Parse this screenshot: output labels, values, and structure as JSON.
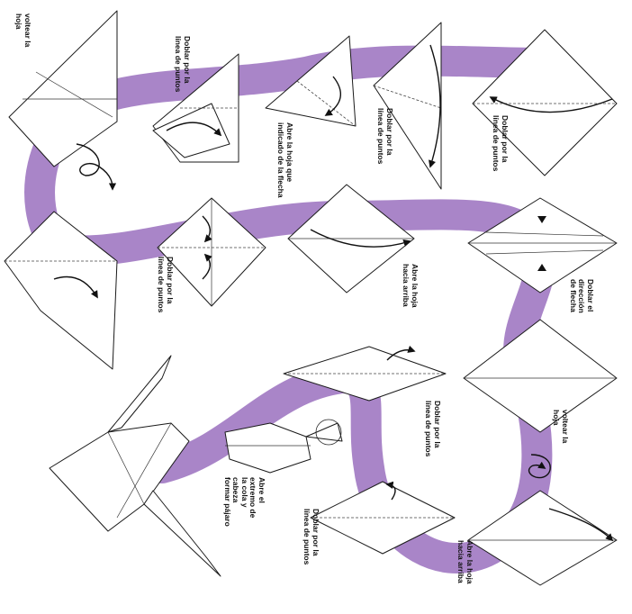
{
  "colors": {
    "path": "#a985c8",
    "paper": "#ffffff",
    "line": "#1a1a1a"
  },
  "steps": {
    "s1": "Doblar por la\nlínea de puntos",
    "s2": "Doblar por la\nlínea de puntos",
    "s3": "Abre la hoja que\nindicado de la flecha",
    "s4": "Doblar por la\nlínea de puntos",
    "s5": "voltear la\nhoja",
    "s6": "Doblar por la\nlínea de puntos",
    "s7": "Abre la hoja\nhacia arriba",
    "s8": "Doblar el\ndirección\nde flecha",
    "s9": "voltear la\nhoja",
    "s10": "Doblar por la\nlínea de puntos",
    "s11": "Abre la hoja\nhacia arriba",
    "s12": "Doblar por la\nlínea de puntos",
    "s13": "Abre el\nextremo de\nla cola y\ncabeza\nformar pájaro"
  }
}
